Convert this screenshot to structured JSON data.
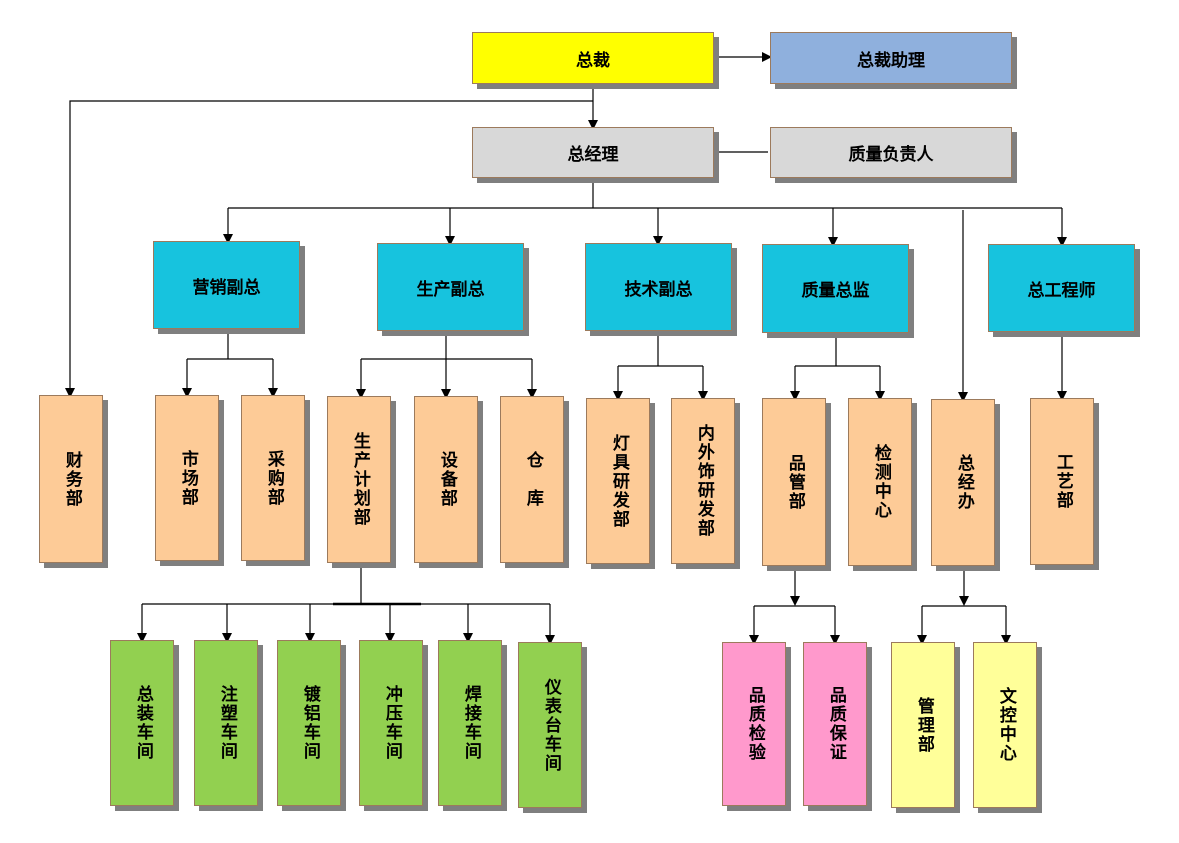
{
  "top": {
    "ceo": "总裁",
    "ceo_assistant": "总裁助理",
    "general_manager": "总经理",
    "quality_responsible": "质量负责人"
  },
  "vps": {
    "marketing": "营销副总",
    "production": "生产副总",
    "technology": "技术副总",
    "quality_director": "质量总监",
    "chief_engineer": "总工程师"
  },
  "departments": {
    "finance": "财务部",
    "market": "市场部",
    "purchasing": "采购部",
    "production_plan": "生产计划部",
    "equipment": "设备部",
    "warehouse": "仓　库",
    "lamp_rd": "灯具研发部",
    "interior_rd": "内外饰研发部",
    "quality_mgmt": "品管部",
    "testing_center": "检测中心",
    "gm_office": "总经办",
    "process": "工艺部"
  },
  "workshops": {
    "assembly": "总装车间",
    "injection": "注塑车间",
    "plating": "镀铝车间",
    "stamping": "冲压车间",
    "welding": "焊接车间",
    "dashboard": "仪表台车间"
  },
  "sub_units": {
    "quality_inspection": "品质检验",
    "quality_assurance": "品质保证",
    "administration": "管理部",
    "document_control": "文控中心"
  }
}
